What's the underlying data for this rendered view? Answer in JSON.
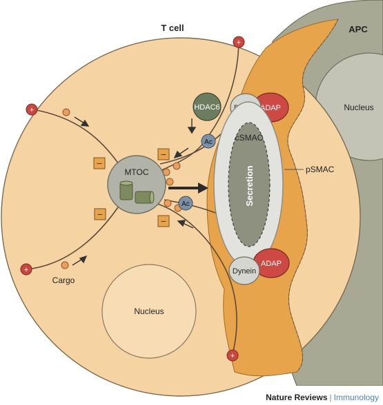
{
  "labels": {
    "t_cell": "T cell",
    "apc": "APC",
    "nucleus_apc": "Nucleus",
    "nucleus_tcell": "Nucleus",
    "hdac6": "HDAC6",
    "dynein_top": "Dynein",
    "dynein_bottom": "Dynein",
    "adap_top": "ADAP",
    "adap_bottom": "ADAP",
    "ac_top": "Ac",
    "ac_bottom": "Ac",
    "mtoc": "MTOC",
    "csmac": "cSMAC",
    "psmac": "pSMAC",
    "secretion": "Secretion",
    "cargo": "Cargo",
    "plus_sign": "+",
    "minus_sign": "−"
  },
  "footer": {
    "publisher": "Nature Reviews",
    "separator": "|",
    "journal": "Immunology"
  },
  "colors": {
    "t_cell_fill": "#f5d3a2",
    "apc_fill": "#a7a994",
    "synapse_band": "#e7a44b",
    "mtoc_fill": "#b2b3a8",
    "hdac6_fill": "#6b7d5e",
    "adap_fill": "#cc4a43",
    "plus_end_fill": "#c9473f",
    "cargo_fill": "#eb9d5e",
    "minus_box_fill": "#e8a44a",
    "secretion_fill": "#8e9080",
    "ring_fill": "#e2e2de"
  }
}
